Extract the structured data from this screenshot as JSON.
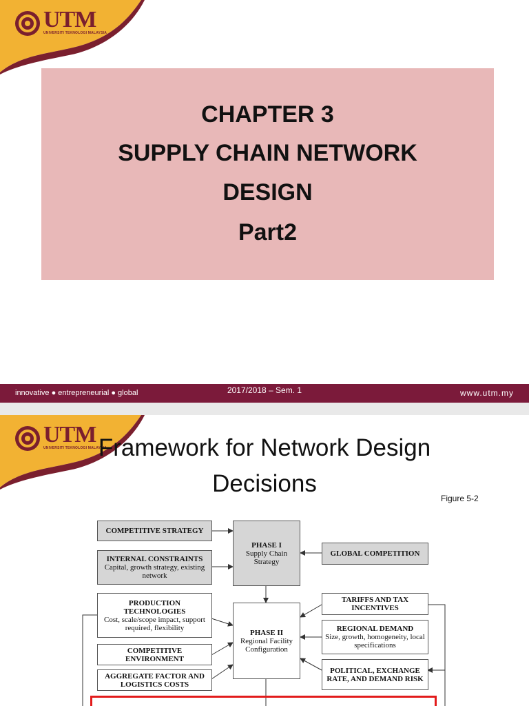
{
  "logo": {
    "name": "UTM",
    "subtitle": "UNIVERSITI TEKNOLOGI MALAYSIA",
    "colors": {
      "maroon": "#7a1f2e",
      "gold": "#f2b233"
    }
  },
  "slide1": {
    "title_lines": [
      "CHAPTER 3",
      "SUPPLY CHAIN NETWORK",
      "DESIGN",
      "Part2"
    ],
    "title_box_color": "#e8b8b8",
    "footer": {
      "left": "innovative ● entrepreneurial ● global",
      "center": "2017/2018 – Sem. 1",
      "right": "www.utm.my",
      "color": "#7b1a3a"
    }
  },
  "slide2": {
    "title_line1": "Framework for Network Design",
    "title_line2": "Decisions",
    "figure_label": "Figure 5-2",
    "diagram": {
      "competitive_strategy": "COMPETITIVE STRATEGY",
      "internal_constraints": {
        "heading": "INTERNAL CONSTRAINTS",
        "detail": "Capital, growth strategy, existing network"
      },
      "phase1": {
        "heading": "PHASE I",
        "detail": "Supply Chain Strategy"
      },
      "global_competition": "GLOBAL COMPETITION",
      "production_tech": {
        "heading": "PRODUCTION TECHNOLOGIES",
        "detail": "Cost, scale/scope impact, support required, flexibility"
      },
      "competitive_env": "COMPETITIVE ENVIRONMENT",
      "aggregate_costs": "AGGREGATE FACTOR AND LOGISTICS COSTS",
      "phase2": {
        "heading": "PHASE II",
        "detail": "Regional Facility Configuration"
      },
      "tariffs": "TARIFFS AND TAX INCENTIVES",
      "regional_demand": {
        "heading": "REGIONAL DEMAND",
        "detail": "Size, growth, homogeneity, local specifications"
      },
      "political": "POLITICAL, EXCHANGE RATE, AND DEMAND RISK"
    },
    "highlight_color": "#e21b1b"
  }
}
